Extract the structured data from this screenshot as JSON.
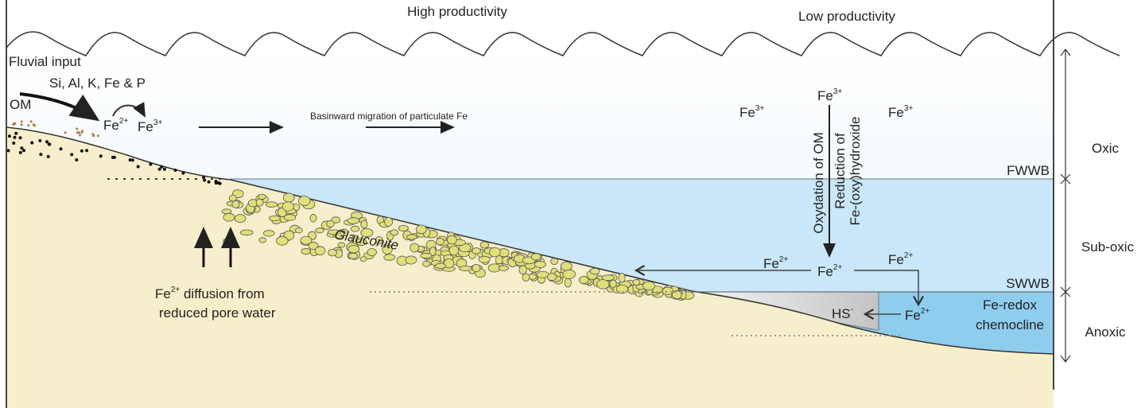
{
  "title_high": "High productivity",
  "title_low": "Low productivity",
  "fluvial_input": "Fluvial input",
  "elements": "Si, Al, K, Fe & P",
  "om": "OM",
  "fe": "Fe",
  "sup2": "2+",
  "sup3": "3+",
  "basinward": "Basinward migration of particulate Fe",
  "oxydation": "Oxydation of OM",
  "reduction1": "Reduction of",
  "reduction2": "Fe-(oxy)hydroxide",
  "fwwb": "FWWB",
  "swwb": "SWWB",
  "zones": {
    "oxic": "Oxic",
    "suboxic": "Sub-oxic",
    "anoxic": "Anoxic"
  },
  "glauconite": "Glauconite",
  "diffusion1": " diffusion from",
  "diffusion2": "reduced pore water",
  "hs": "HS",
  "hs_sup": "-",
  "chemocline1": "Fe-redox",
  "chemocline2": "chemocline",
  "colors": {
    "sediment": "#f7efcb",
    "oxic_water": "#eaf4fc",
    "suboxic_water": "#c9e7f8",
    "anoxic_water": "#8fcdef",
    "glauconite": "#dfe07a"
  }
}
